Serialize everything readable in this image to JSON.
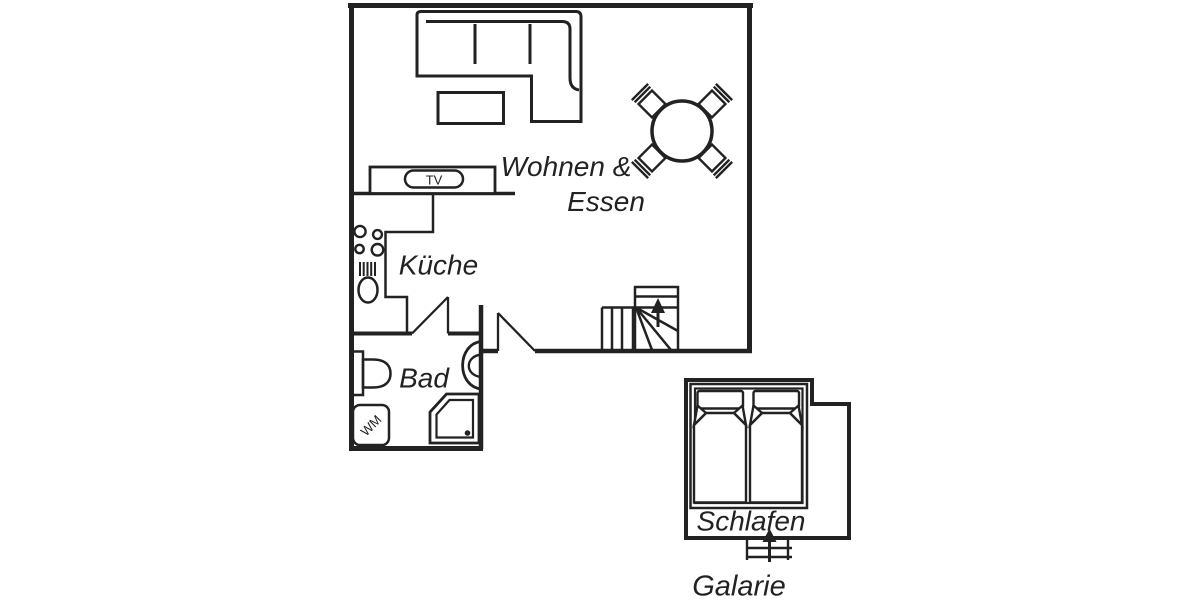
{
  "meta": {
    "drawing_type": "apartment floor plan"
  },
  "colors": {
    "ink": "#222222",
    "background": "#ffffff"
  },
  "rooms": {
    "living_dining": {
      "line1": "Wohnen &",
      "line2": "Essen"
    },
    "kitchen": {
      "label": "Küche"
    },
    "bathroom": {
      "label": "Bad"
    },
    "bedroom": {
      "label": "Schlafen"
    },
    "gallery": {
      "label": "Galarie"
    }
  },
  "appliances": {
    "tv": "TV",
    "washing_machine": "WM"
  }
}
